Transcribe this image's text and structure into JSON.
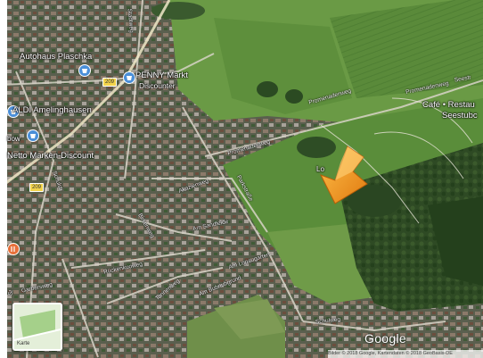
{
  "map": {
    "labels": {
      "autohaus": "Autohaus Plaschka",
      "penny": "PENNY Markt",
      "penny2": "Discounter",
      "aldi": "ALDI Amelinghausen",
      "netto": "Netto Marken-Discount",
      "cafe": "Café • Restau",
      "seestub": "Seestubc",
      "bow": "bow",
      "lo": "Lo"
    },
    "roads": {
      "promenadenweg1": "Promenadenweg",
      "promenadenweg2": "Promenadenweg",
      "promenadenweg3": "Promenadenweg",
      "seestr": "Seestr",
      "akazienweg": "Akazienweg",
      "parkstr": "Parkstraße",
      "stadtweg": "Stadtweg",
      "sandfelde": "Am Sandfelde",
      "birkenweg": "Birkenweg",
      "lopaugarten": "Am Lopaugarten",
      "bulrnubzgrund": "Am Bubnubgrund",
      "tannenweg": "Tannenweg",
      "schulweg": "Schulweg",
      "ruckenkuoweg": "Rückenkuoweg",
      "garbersweg": "Garbersweg",
      "schulstr": "Schulstr",
      "st": "St"
    },
    "shields": {
      "s1": "209",
      "s2": "209"
    },
    "thumb_label": "Karte",
    "logo": "Google",
    "attribution": "Bilder © 2018 Google, Kartendaten © 2018 GeoBasis-DE",
    "colors": {
      "arrow": "#f4a21c",
      "pin": "#4b8fd8"
    }
  }
}
